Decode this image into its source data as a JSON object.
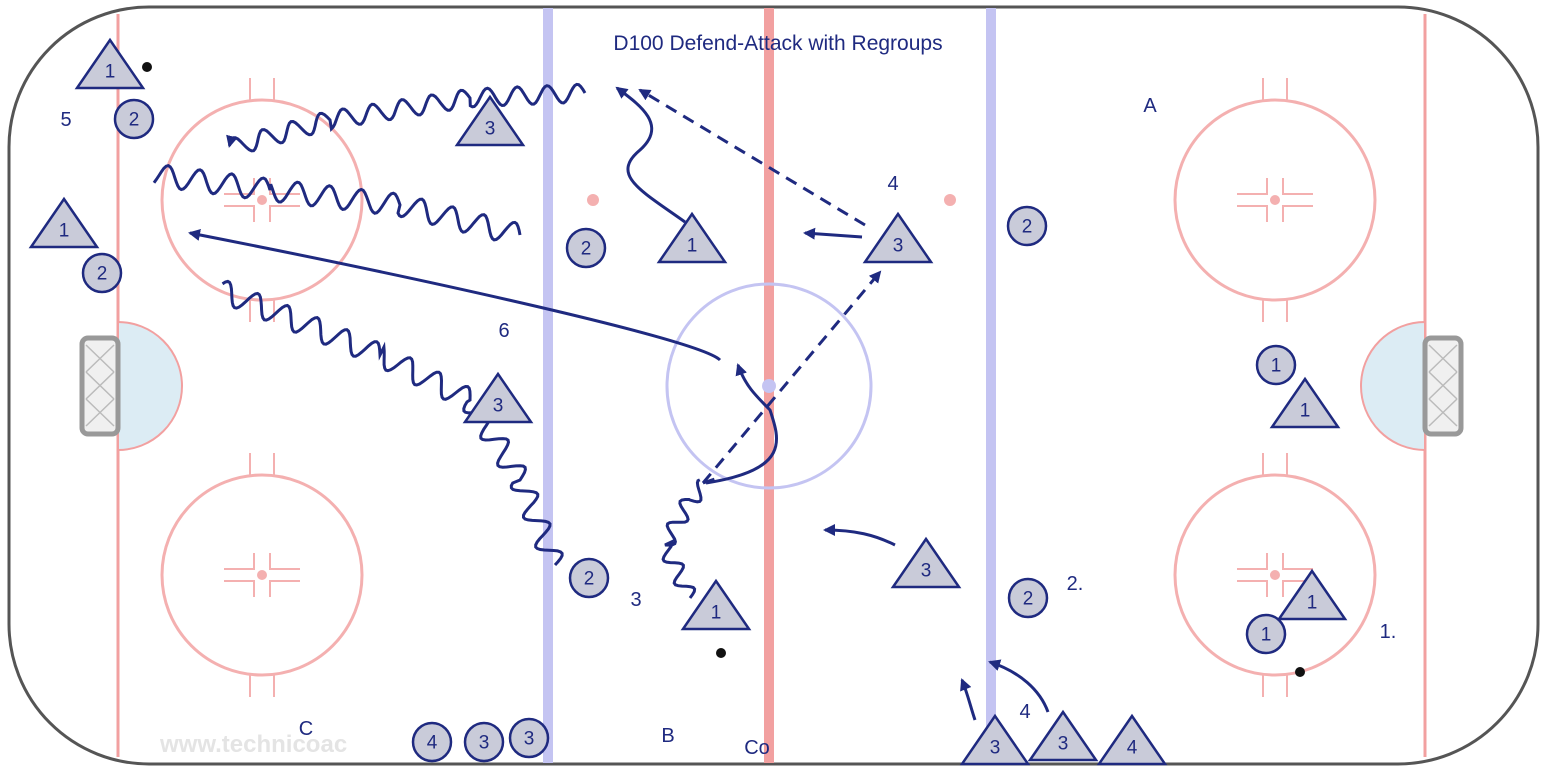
{
  "title": "D100 Defend-Attack with Regroups",
  "watermark": "www.technicoac",
  "zone_labels": [
    "A",
    "B",
    "C",
    "Co"
  ],
  "step_numbers": [
    "1.",
    "2.",
    "3",
    "4",
    "4",
    "5",
    "6"
  ],
  "players": {
    "forwards_triangles": [
      "1",
      "1",
      "1",
      "1",
      "1",
      "1",
      "3",
      "3",
      "3",
      "3",
      "3",
      "3",
      "4"
    ],
    "defense_circles": [
      "1",
      "1",
      "2",
      "2",
      "2",
      "2",
      "2",
      "2",
      "2",
      "3",
      "3",
      "4"
    ]
  },
  "colors": {
    "board": "#555555",
    "red_line": "#f2a0a0",
    "blue_line": "#c4c4f2",
    "faceoff_red": "#f4b0b0",
    "crease": "#dcecf4",
    "net": "#999999",
    "marker_fill": "#c9cbd9",
    "ink": "#1f2a80",
    "puck": "#111111"
  }
}
